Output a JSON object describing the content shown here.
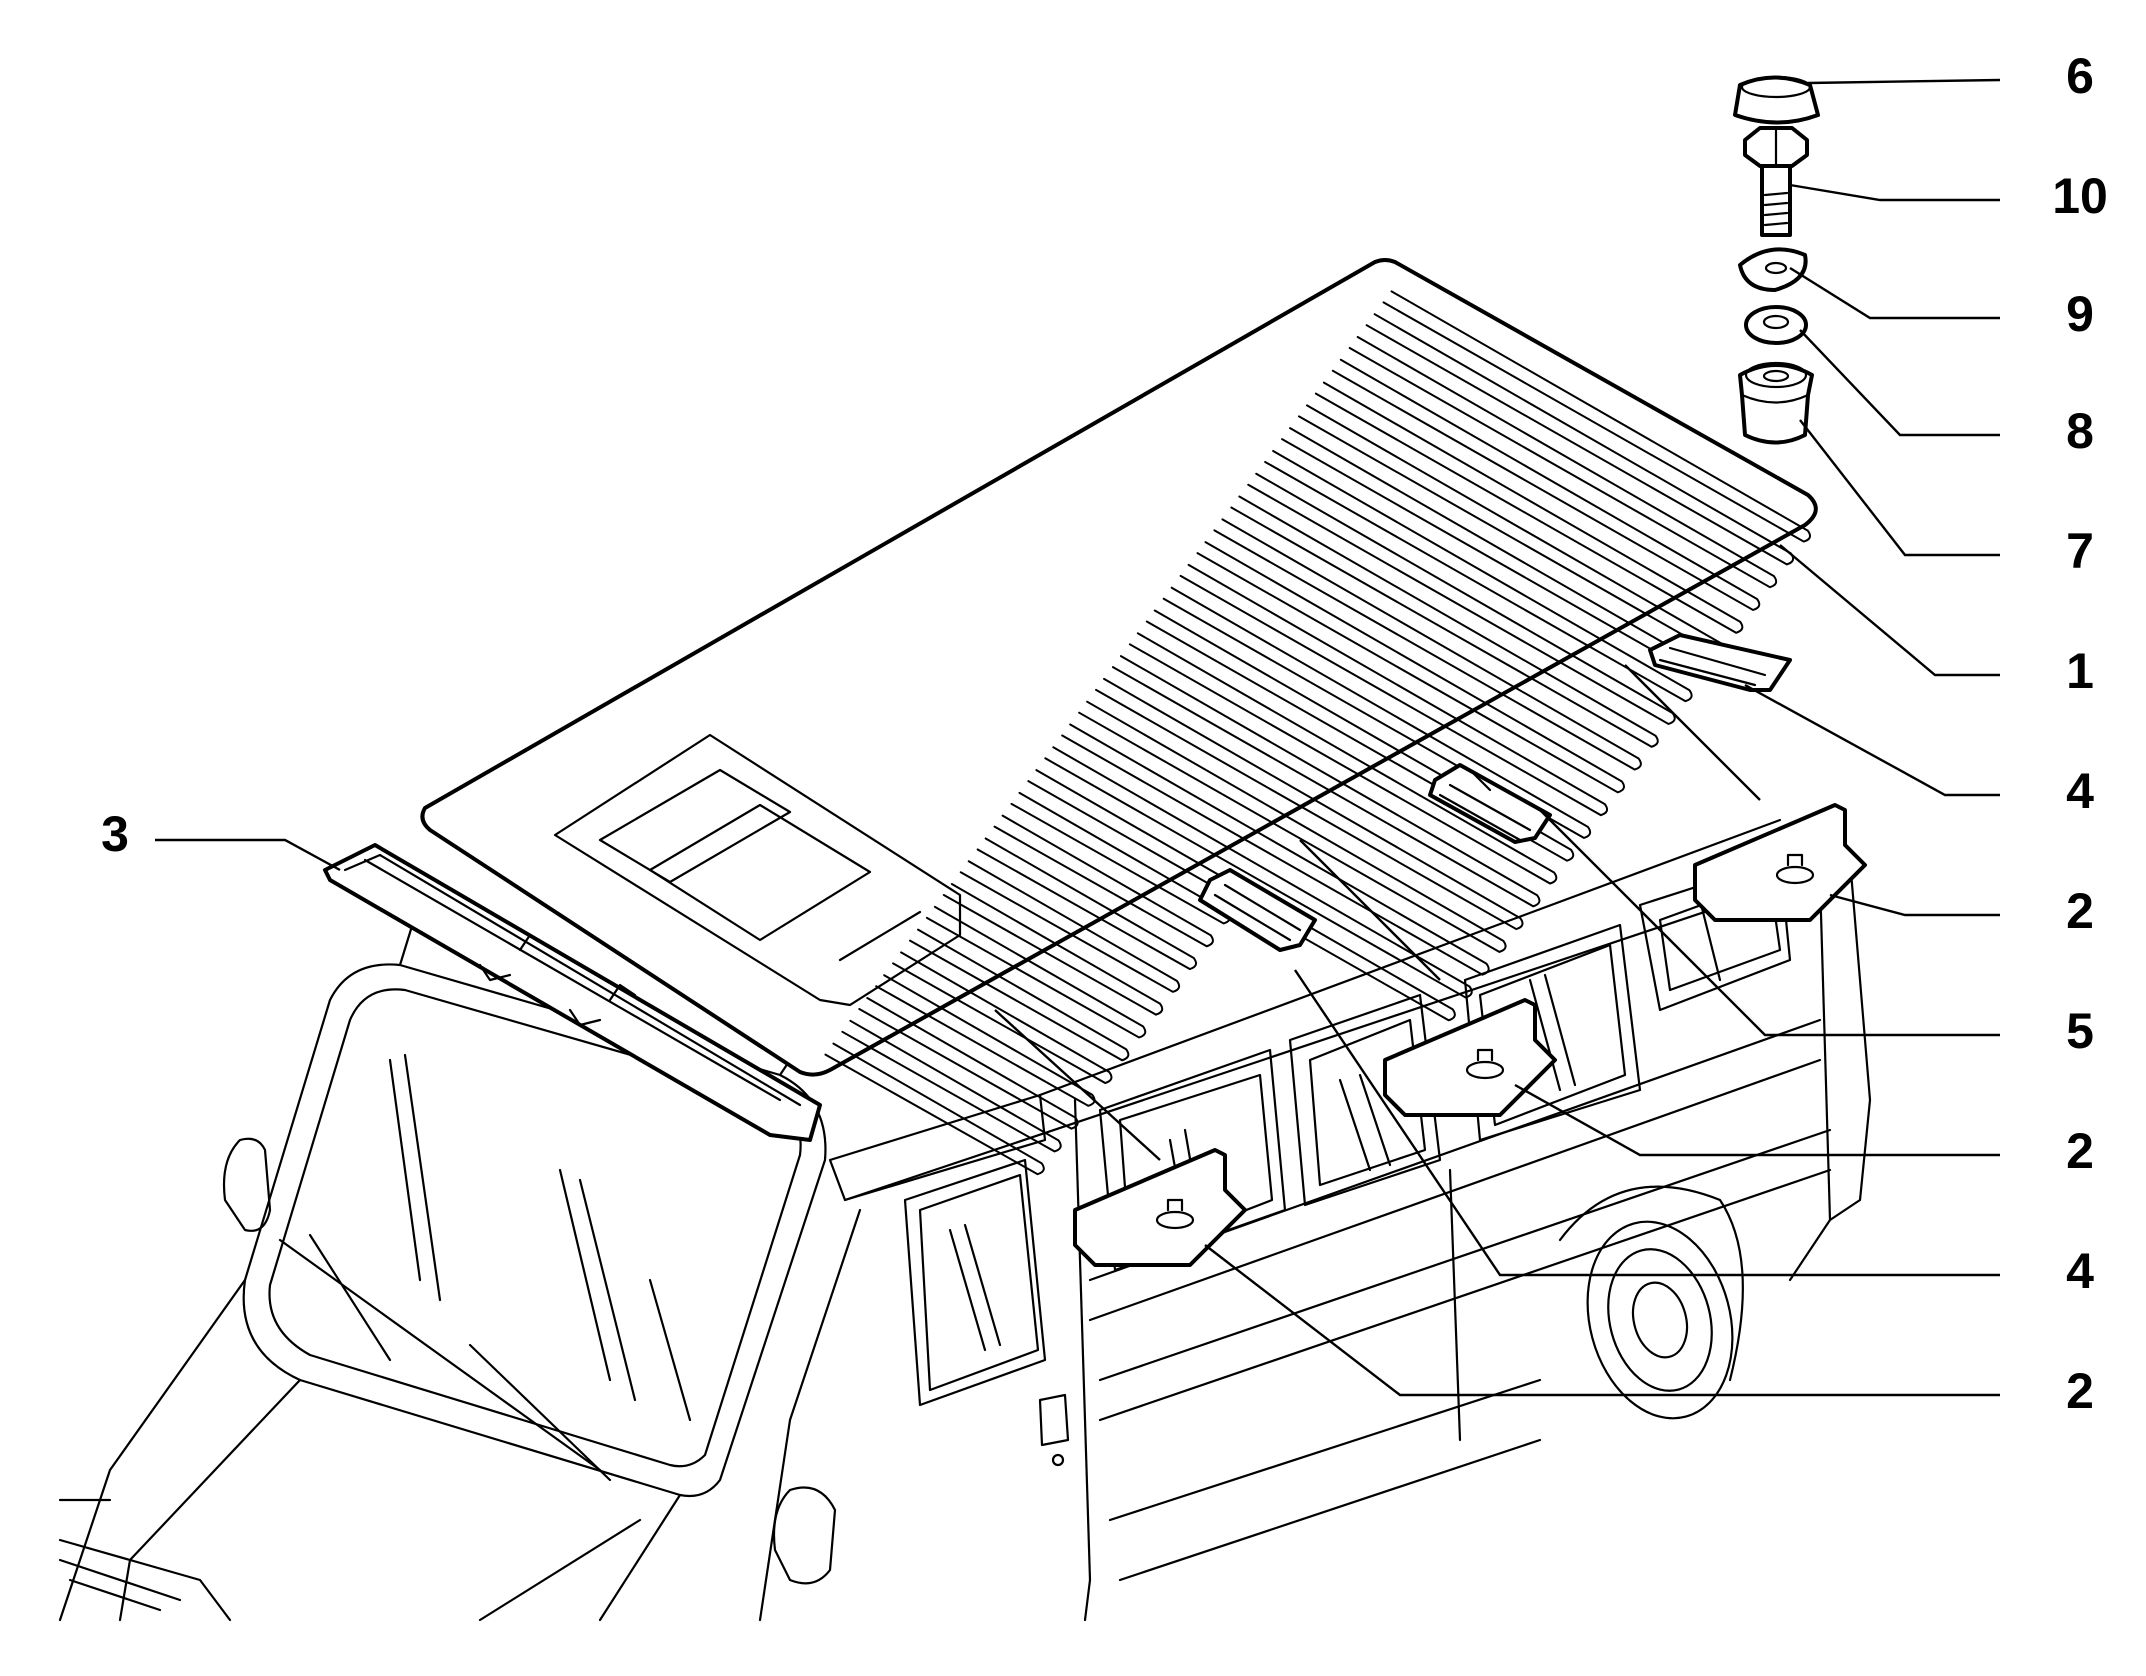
{
  "callouts": [
    {
      "id": "6",
      "label": "6"
    },
    {
      "id": "10",
      "label": "10"
    },
    {
      "id": "9",
      "label": "9"
    },
    {
      "id": "8",
      "label": "8"
    },
    {
      "id": "7",
      "label": "7"
    },
    {
      "id": "1",
      "label": "1"
    },
    {
      "id": "4a",
      "label": "4"
    },
    {
      "id": "2a",
      "label": "2"
    },
    {
      "id": "5",
      "label": "5"
    },
    {
      "id": "2b",
      "label": "2"
    },
    {
      "id": "4b",
      "label": "4"
    },
    {
      "id": "2c",
      "label": "2"
    },
    {
      "id": "3",
      "label": "3"
    }
  ],
  "colors": {
    "ink": "#000000",
    "paper": "#ffffff"
  }
}
